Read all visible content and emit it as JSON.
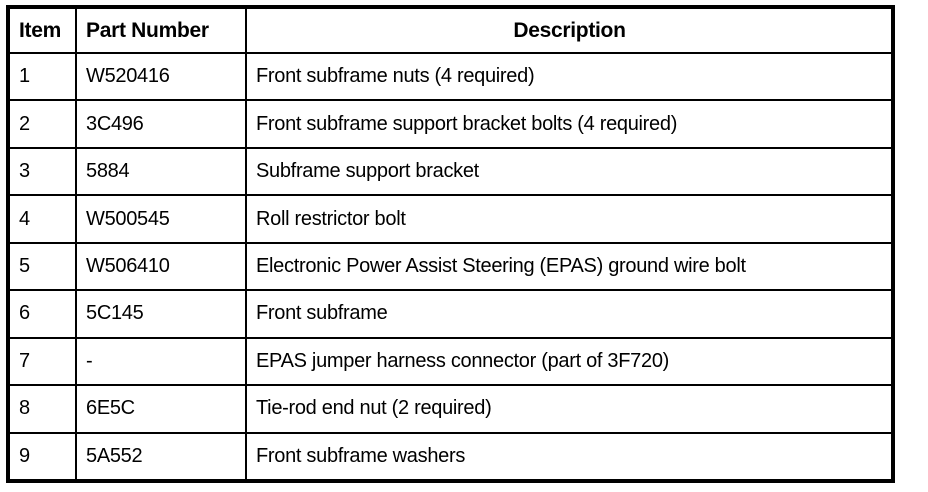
{
  "colors": {
    "border": "#000000",
    "background": "#ffffff",
    "text": "#000000"
  },
  "table": {
    "headers": [
      "Item",
      "Part Number",
      "Description"
    ],
    "rows": [
      {
        "item": "1",
        "part_number": "W520416",
        "description": "Front subframe nuts (4 required)"
      },
      {
        "item": "2",
        "part_number": "3C496",
        "description": "Front subframe support bracket bolts (4 required)"
      },
      {
        "item": "3",
        "part_number": "5884",
        "description": "Subframe support bracket"
      },
      {
        "item": "4",
        "part_number": "W500545",
        "description": "Roll restrictor bolt"
      },
      {
        "item": "5",
        "part_number": "W506410",
        "description": "Electronic Power Assist Steering (EPAS) ground wire bolt"
      },
      {
        "item": "6",
        "part_number": "5C145",
        "description": "Front subframe"
      },
      {
        "item": "7",
        "part_number": "-",
        "description": "EPAS jumper harness connector (part of 3F720)"
      },
      {
        "item": "8",
        "part_number": "6E5C",
        "description": "Tie-rod end nut (2 required)"
      },
      {
        "item": "9",
        "part_number": "5A552",
        "description": "Front subframe washers"
      }
    ]
  }
}
